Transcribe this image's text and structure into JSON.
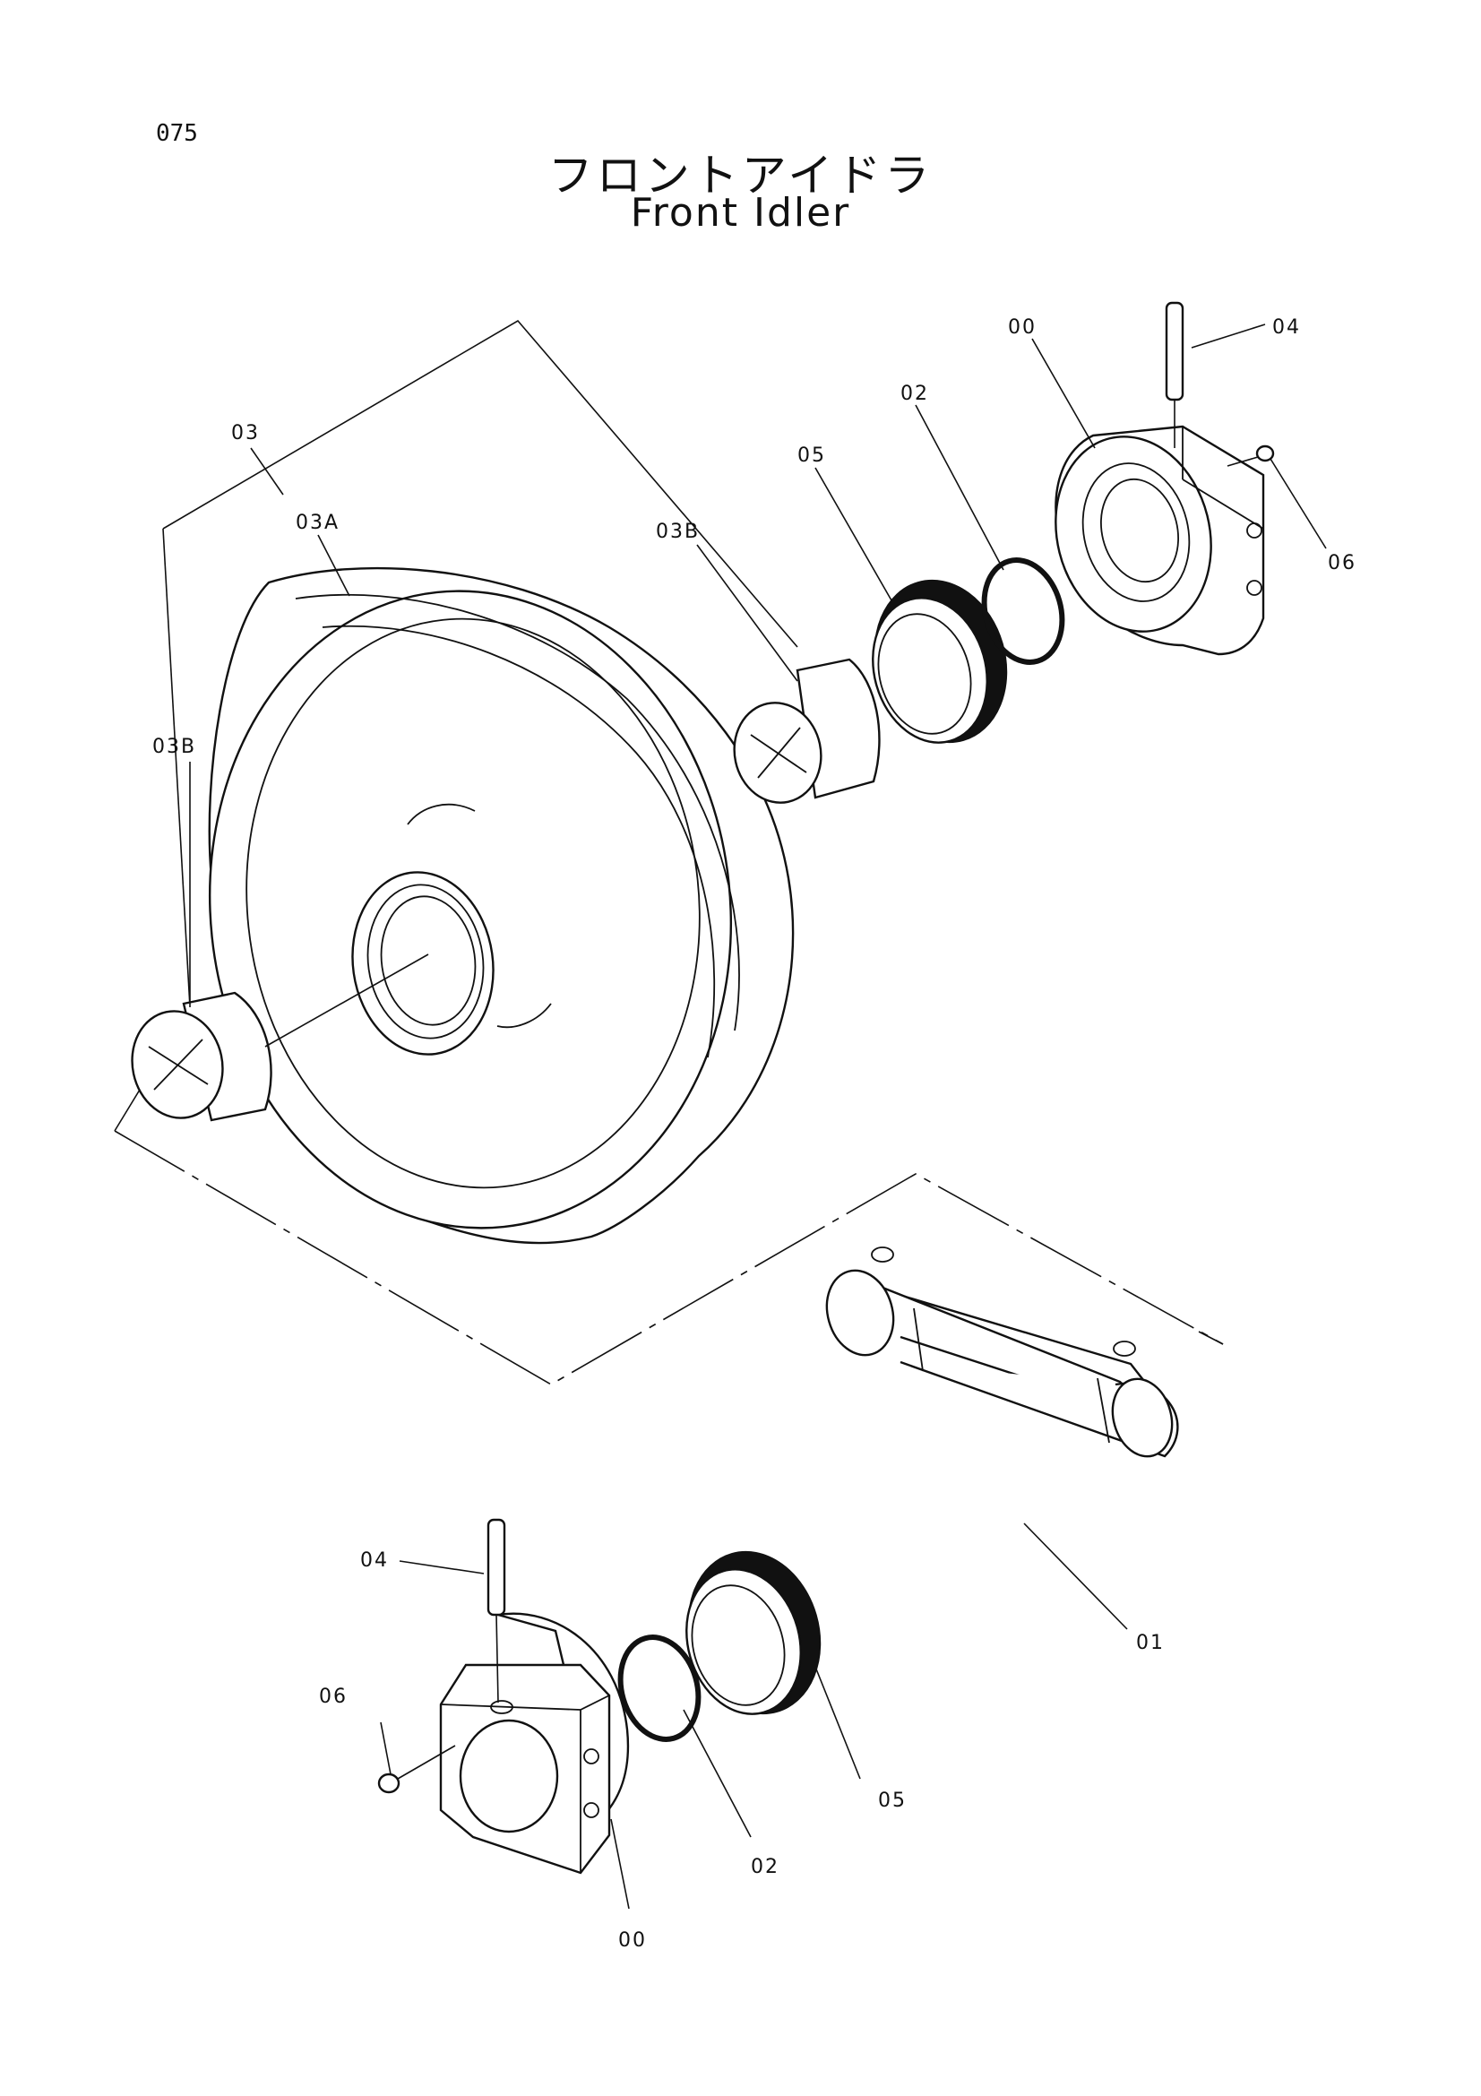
{
  "page_number": "075",
  "title_ja": "フロントアイドラ",
  "title_en": "Front Idler",
  "callouts": {
    "c00_top": "00",
    "c04_top": "04",
    "c02_top": "02",
    "c05_top": "05",
    "c06_top": "06",
    "c03": "03",
    "c03a": "03A",
    "c03b_top": "03B",
    "c03b_left": "03B",
    "c04_bot": "04",
    "c06_bot": "06",
    "c02_bot": "02",
    "c05_bot": "05",
    "c01": "01",
    "c00_bot": "00"
  }
}
